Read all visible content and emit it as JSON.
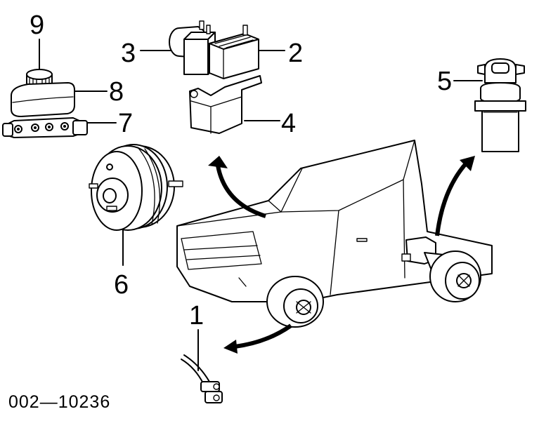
{
  "diagram": {
    "part_number": "002—10236",
    "callouts": [
      {
        "id": "1",
        "label": "1"
      },
      {
        "id": "2",
        "label": "2"
      },
      {
        "id": "3",
        "label": "3"
      },
      {
        "id": "4",
        "label": "4"
      },
      {
        "id": "5",
        "label": "5"
      },
      {
        "id": "6",
        "label": "6"
      },
      {
        "id": "7",
        "label": "7"
      },
      {
        "id": "8",
        "label": "8"
      },
      {
        "id": "9",
        "label": "9"
      }
    ]
  }
}
